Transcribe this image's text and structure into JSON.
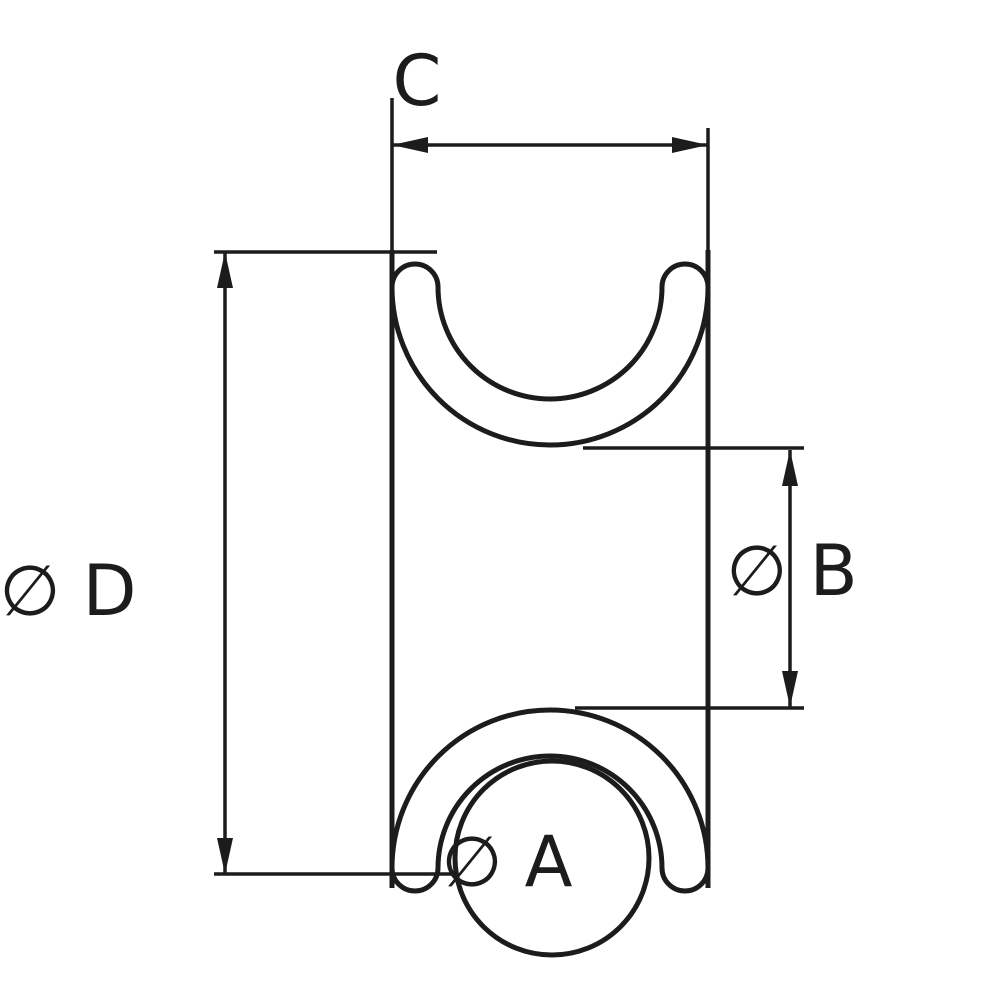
{
  "page": {
    "background": "#ffffff"
  },
  "drawing": {
    "stroke_color": "#1c1c1c",
    "figure_name": "ring-side-profile-with-dimension-callouts",
    "labels": {
      "dim_width": "C",
      "dim_outer_diameter": "∅ D",
      "dim_groove_diameter": "∅ B",
      "dim_bore_diameter": "∅ A"
    }
  }
}
